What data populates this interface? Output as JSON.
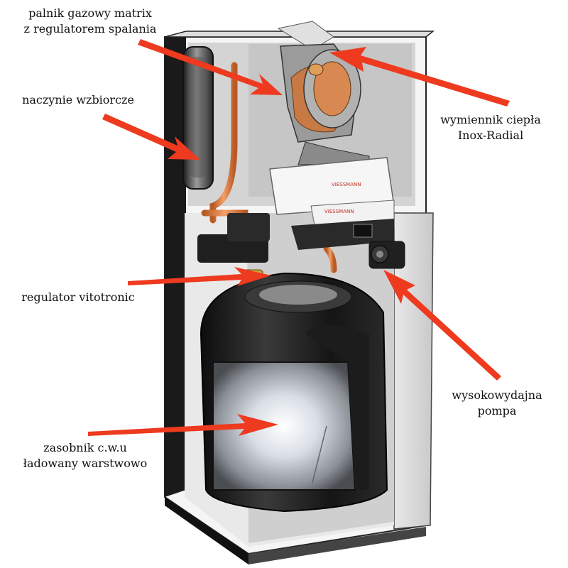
{
  "labels": {
    "burner": {
      "line1": "palnik gazowy matrix",
      "line2": "z regulatorem spalania"
    },
    "expansion_vessel": {
      "line1": "naczynie wzbiorcze"
    },
    "heat_exchanger": {
      "line1": "wymiennik ciepła",
      "line2": "Inox-Radial"
    },
    "controller": {
      "line1": "regulator vitotronic"
    },
    "pump": {
      "line1": "wysokowydajna",
      "line2": "pompa"
    },
    "tank": {
      "line1": "zasobnik c.w.u",
      "line2": "ładowany warstwowo"
    }
  },
  "brand": "VIESSMANN",
  "colors": {
    "arrow": "#ee3a1f",
    "casing": "#f3f3f3",
    "tank": "#1e1e1e",
    "copper": "#d9793f",
    "control_unit": "#f6f6f6"
  }
}
